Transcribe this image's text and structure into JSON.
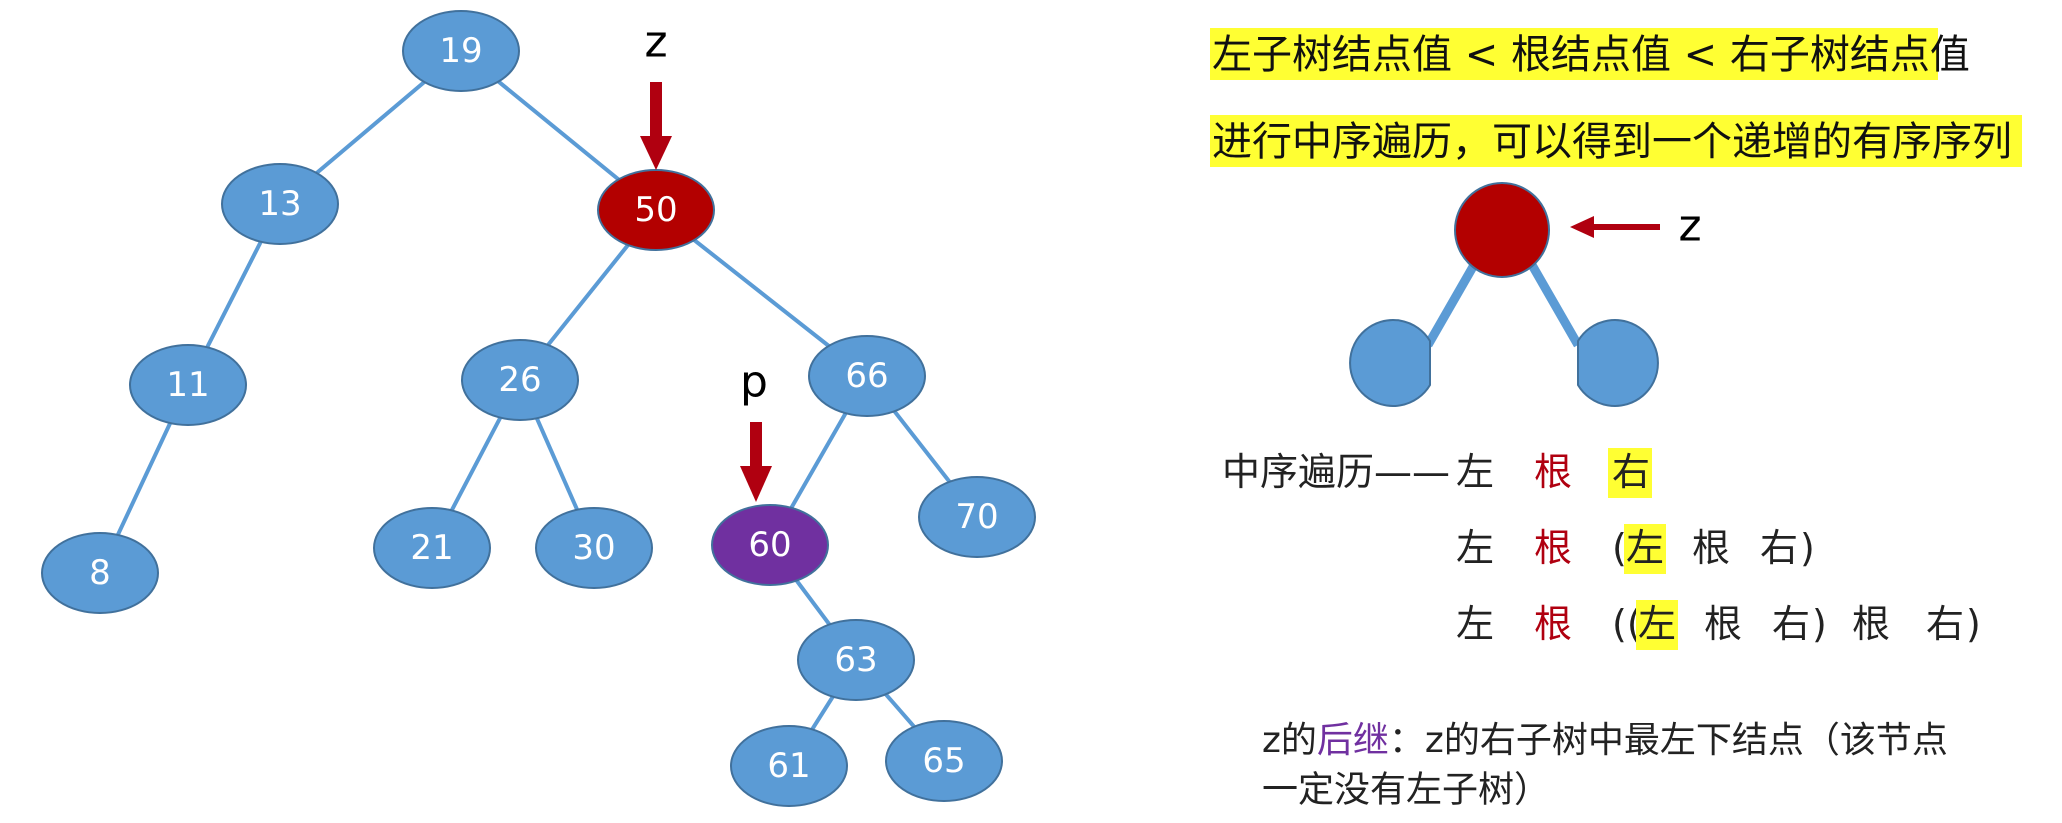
{
  "colors": {
    "node_fill": "#5b9bd5",
    "node_stroke": "#41719c",
    "edge": "#5b9bd5",
    "z_node_fill": "#b30000",
    "p_node_fill": "#7030a0",
    "arrow": "#b00010",
    "highlight": "#ffff33",
    "root_text": "#b00010",
    "successor_word": "#7030a0"
  },
  "tree": {
    "nodes": [
      {
        "id": "n19",
        "label": "19",
        "role": "normal"
      },
      {
        "id": "n13",
        "label": "13",
        "role": "normal"
      },
      {
        "id": "n50",
        "label": "50",
        "role": "z"
      },
      {
        "id": "n11",
        "label": "11",
        "role": "normal"
      },
      {
        "id": "n26",
        "label": "26",
        "role": "normal"
      },
      {
        "id": "n66",
        "label": "66",
        "role": "normal"
      },
      {
        "id": "n8",
        "label": "8",
        "role": "normal"
      },
      {
        "id": "n21",
        "label": "21",
        "role": "normal"
      },
      {
        "id": "n30",
        "label": "30",
        "role": "normal"
      },
      {
        "id": "n60",
        "label": "60",
        "role": "p"
      },
      {
        "id": "n70",
        "label": "70",
        "role": "normal"
      },
      {
        "id": "n63",
        "label": "63",
        "role": "normal"
      },
      {
        "id": "n61",
        "label": "61",
        "role": "normal"
      },
      {
        "id": "n65",
        "label": "65",
        "role": "normal"
      }
    ],
    "edges": [
      [
        "n19",
        "n13"
      ],
      [
        "n19",
        "n50"
      ],
      [
        "n13",
        "n11"
      ],
      [
        "n11",
        "n8"
      ],
      [
        "n50",
        "n26"
      ],
      [
        "n50",
        "n66"
      ],
      [
        "n26",
        "n21"
      ],
      [
        "n26",
        "n30"
      ],
      [
        "n66",
        "n60"
      ],
      [
        "n66",
        "n70"
      ],
      [
        "n60",
        "n63"
      ],
      [
        "n63",
        "n61"
      ],
      [
        "n63",
        "n65"
      ]
    ],
    "z_label": "z",
    "p_label": "p"
  },
  "right": {
    "line1": "左子树结点值 < 根结点值 < 右子树结点值",
    "line2": "进行中序遍历，可以得到一个递增的有序序列",
    "small_tree_z": "z",
    "rule_row1": {
      "prefix": "中序遍历——",
      "left": "左",
      "root": "根",
      "right": "右"
    },
    "rule_row2": {
      "left": "左",
      "root": "根",
      "open": "(",
      "inner_left": "左",
      "inner_root": "根",
      "inner_right": "右",
      "close": ")"
    },
    "rule_row3": {
      "left": "左",
      "root": "根",
      "open": "((",
      "inner_left": "左",
      "inner_root": "根",
      "inner_right": "右",
      "mid_close": ")",
      "outer_root": "根",
      "outer_right": "右",
      "close": ")"
    },
    "successor": {
      "prefix": "z的",
      "word": "后继",
      "rest1": "：z的右子树中最左下结点（该节点",
      "line2": "一定没有左子树）"
    }
  }
}
